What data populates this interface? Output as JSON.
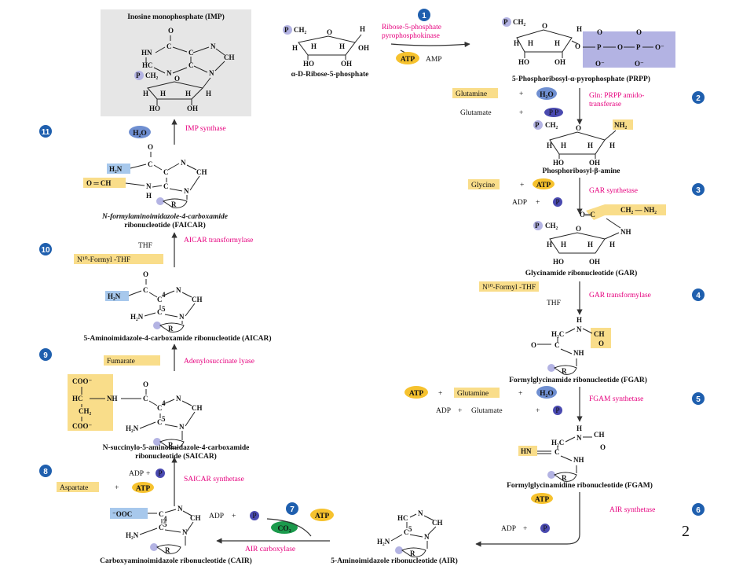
{
  "page_number": "2",
  "colors": {
    "enzyme": "#e6007e",
    "step_badge": "#1f5fae",
    "highlight_yellow": "#f9dd8a",
    "highlight_blue": "#a7c8ec",
    "highlight_purple": "#b3b3e3",
    "atp_oval": "#f6c22e",
    "water": "#6f8fd1",
    "phosphate": "#4a4ab0",
    "co2": "#1b9a4c",
    "imp_panel": "#e6e6e6"
  },
  "compounds": {
    "imp": "Inosine monophosphate (IMP)",
    "r5p": "α-D-Ribose-5-phosphate",
    "prpp": "5-Phosphoribosyl-α-pyrophosphate (PRPP)",
    "pra": "Phosphoribosyl-β-amine",
    "gar": "Glycinamide ribonucleotide (GAR)",
    "fgar": "Formylglycinamide ribonucleotide (FGAR)",
    "fgam": "Formylglycinamidine ribonucleotide (FGAM)",
    "air": "5-Aminoimidazole ribonucleotide (AIR)",
    "cair": "Carboxyaminoimidazole ribonucleotide (CAIR)",
    "saicar_1": "N-succinylo-5-aminoimidazole-4-carboxamide",
    "saicar_2": "ribonucleotide (SAICAR)",
    "aicar": "5-Aminoimidazole-4-carboxamide ribonucleotide (AICAR)",
    "faicar_1": "N-formylaminoimidazole-4-carboxamide",
    "faicar_2": "ribonucleotide (FAICAR)"
  },
  "steps": [
    {
      "num": "1",
      "enzyme_1": "Ribose-5-phosphate",
      "enzyme_2": "pyrophosphokinase",
      "in_1": "ATP",
      "out_1": "AMP"
    },
    {
      "num": "2",
      "enzyme_1": "Gln: PRPP amido-",
      "enzyme_2": "transferase",
      "in_1": "Glutamine",
      "in_2": "H₂O",
      "out_1": "Glutamate",
      "out_2": "P P"
    },
    {
      "num": "3",
      "enzyme_1": "GAR synthetase",
      "in_1": "Glycine",
      "in_2": "ATP",
      "out_1": "ADP",
      "out_2": "P"
    },
    {
      "num": "4",
      "enzyme_1": "GAR transformylase",
      "in_1": "N¹⁰-Formyl -THF",
      "out_1": "THF"
    },
    {
      "num": "5",
      "enzyme_1": "FGAM synthetase",
      "in_1": "ATP",
      "in_2": "Glutamine",
      "in_3": "H₂O",
      "out_1": "ADP",
      "out_2": "Glutamate",
      "out_3": "P"
    },
    {
      "num": "6",
      "enzyme_1": "AIR synthetase",
      "in_1": "ATP",
      "out_1": "ADP",
      "out_2": "P"
    },
    {
      "num": "7",
      "enzyme_1": "AIR carboxylase",
      "in_1": "CO₂",
      "in_2": "ATP",
      "out_1": "ADP",
      "out_2": "P"
    },
    {
      "num": "8",
      "enzyme_1": "SAICAR synthetase",
      "in_1": "Aspartate",
      "in_2": "ATP",
      "out_1": "ADP",
      "out_2": "P"
    },
    {
      "num": "9",
      "enzyme_1": "Adenylosuccinate lyase",
      "out_1": "Fumarate"
    },
    {
      "num": "10",
      "enzyme_1": "AICAR transformylase",
      "in_1": "N¹⁰-Formyl -THF",
      "out_1": "THF"
    },
    {
      "num": "11",
      "enzyme_1": "IMP synthase",
      "out_1": "H₂O"
    }
  ],
  "plus": "+",
  "atoms": {
    "P": "P",
    "CH2": "CH₂",
    "O": "O",
    "H": "H",
    "HO": "HO",
    "OH": "OH",
    "C": "C",
    "N": "N",
    "NH": "NH",
    "NH2": "NH₂",
    "HN": "HN",
    "H2N": "H₂N",
    "HC": "HC",
    "CH": "CH",
    "H2C": "H₂C",
    "R": "R",
    "Ominus": "O⁻",
    "CH2_NH2": "CH₂ — NH₂",
    "O_eq_C": "O═C",
    "O_eq_CH": "O ═ CH",
    "OOC": "⁻OOC",
    "COO": "COO⁻",
    "C4": "4",
    "C5": "5",
    "ring_O": "O"
  }
}
